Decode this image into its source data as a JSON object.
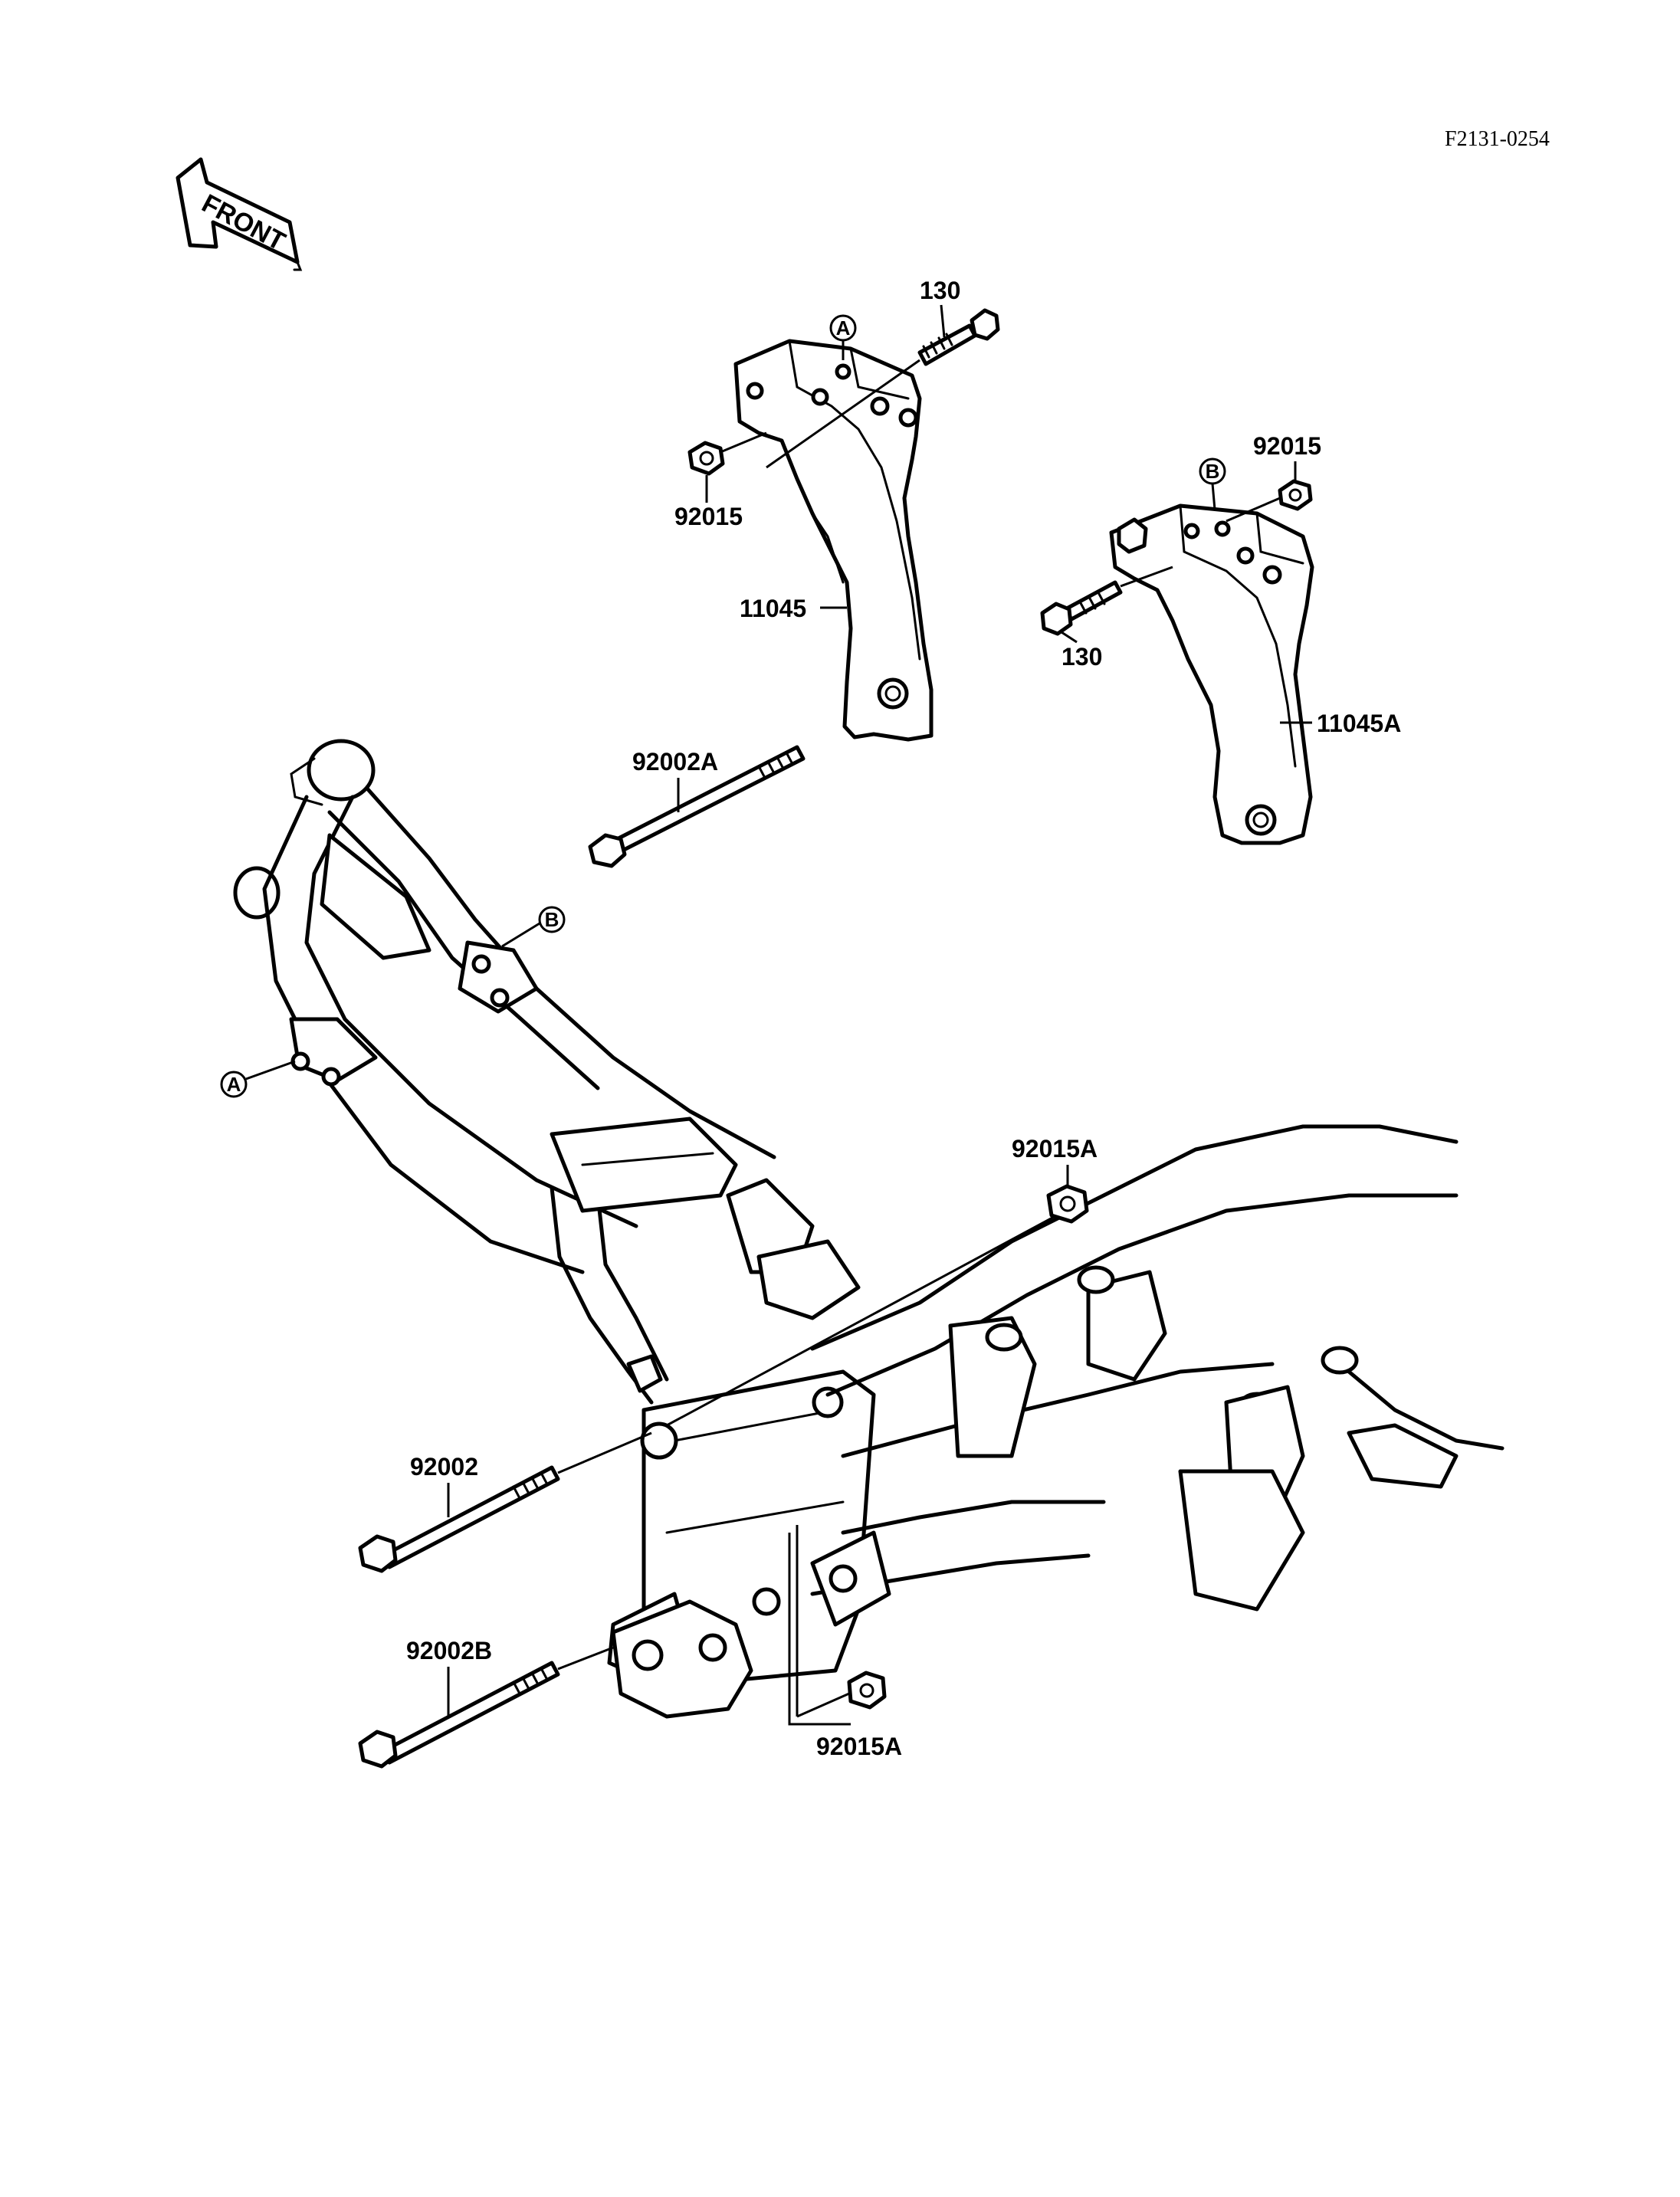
{
  "diagram_code": "F2131-0254",
  "front_arrow": {
    "label": "FRONT",
    "icon": "front-direction-arrow-icon"
  },
  "ref_marks": {
    "a": "A",
    "b": "B"
  },
  "parts": {
    "p130_top": "130",
    "p92015_left": "92015",
    "p11045": "11045",
    "p92015_right": "92015",
    "p130_right": "130",
    "p11045a": "11045A",
    "p92002a": "92002A",
    "p92015a_top": "92015A",
    "p92002": "92002",
    "p92002b": "92002B",
    "p92015a_bottom": "92015A"
  }
}
